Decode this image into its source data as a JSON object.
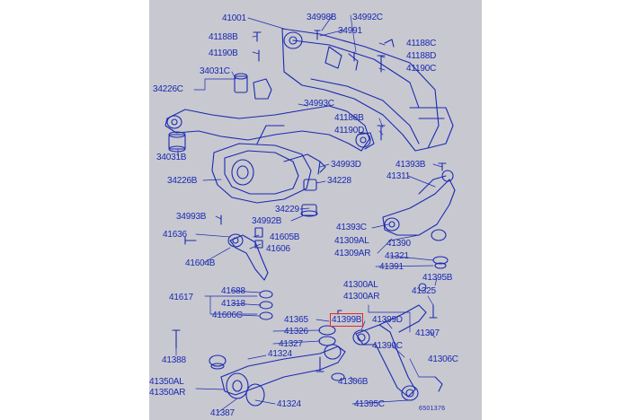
{
  "diagram": {
    "stamp": "6501376",
    "callouts": [
      "41001",
      "34998B",
      "34992C",
      "41188B",
      "34991",
      "41188C",
      "41190B",
      "41188D",
      "41190C",
      "34031C",
      "34226C",
      "34993C",
      "41188B",
      "41190D",
      "34031B",
      "34993D",
      "34226B",
      "34228",
      "41393B",
      "41311",
      "34229",
      "34993B",
      "34992B",
      "41393C",
      "41636",
      "41605B",
      "41309AL",
      "41390",
      "41606",
      "41309AR",
      "41321",
      "41604B",
      "41391",
      "41395B",
      "41688",
      "41300AL",
      "41617",
      "41325",
      "41318",
      "41300AR",
      "41606C",
      "41365",
      "41399B",
      "41399D",
      "41326",
      "41397",
      "41327",
      "41399C",
      "41388",
      "41324",
      "41306B",
      "41306C",
      "41350AL",
      "41350AR",
      "41324",
      "41395C",
      "41387"
    ],
    "highlighted_callout": "41399B",
    "colors": {
      "ink": "#1a2ab0",
      "panel": "#c8c8d0",
      "highlight": "#e8262a"
    }
  }
}
